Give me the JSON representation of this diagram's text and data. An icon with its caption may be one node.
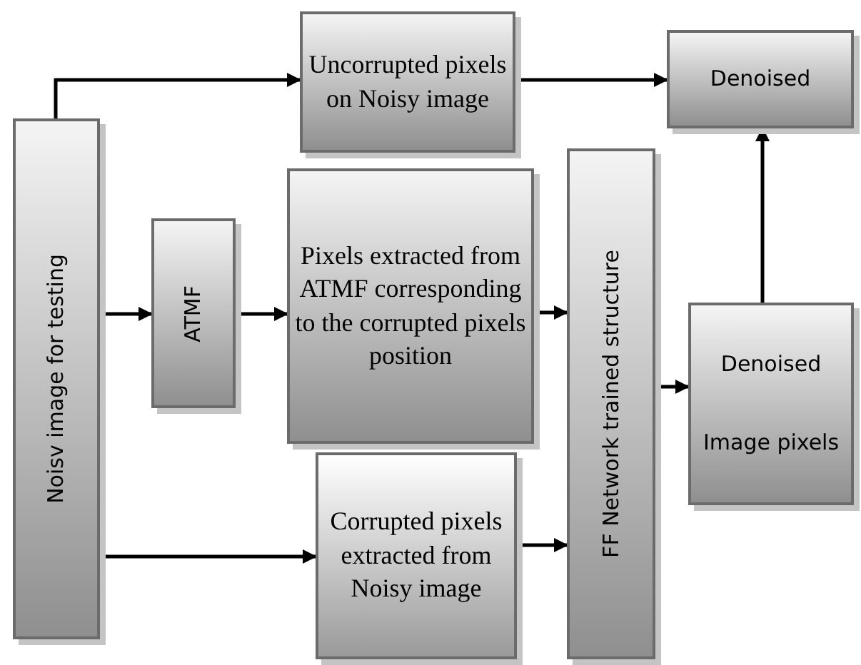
{
  "diagram": {
    "nodes": [
      {
        "text": [
          "Noisv image for testing"
        ]
      },
      {
        "text": [
          "Uncorrupted pixels on Noisy image"
        ]
      },
      {
        "text": [
          "Denoised"
        ]
      },
      {
        "text": [
          "ATMF"
        ]
      },
      {
        "text": [
          "Pixels extracted from ATMF corresponding to the corrupted pixels position"
        ]
      },
      {
        "text": [
          "FF Network trained structure"
        ]
      },
      {
        "text": [
          "Denoised",
          "Image pixels"
        ]
      },
      {
        "text": [
          "Corrupted pixels extracted from Noisy image"
        ]
      }
    ],
    "edges": [
      {
        "from": 0,
        "to": 1,
        "arrow": "to"
      },
      {
        "from": 1,
        "to": 2,
        "arrow": "to"
      },
      {
        "from": 0,
        "to": 3,
        "arrow": "to"
      },
      {
        "from": 3,
        "to": 4,
        "arrow": "to"
      },
      {
        "from": 4,
        "to": 5,
        "arrow": "to"
      },
      {
        "from": 0,
        "to": 7,
        "arrow": "to"
      },
      {
        "from": 7,
        "to": 5,
        "arrow": "to"
      },
      {
        "from": 5,
        "to": 6,
        "arrow": "to"
      },
      {
        "from": 6,
        "to": 2,
        "arrow": "to"
      }
    ]
  }
}
